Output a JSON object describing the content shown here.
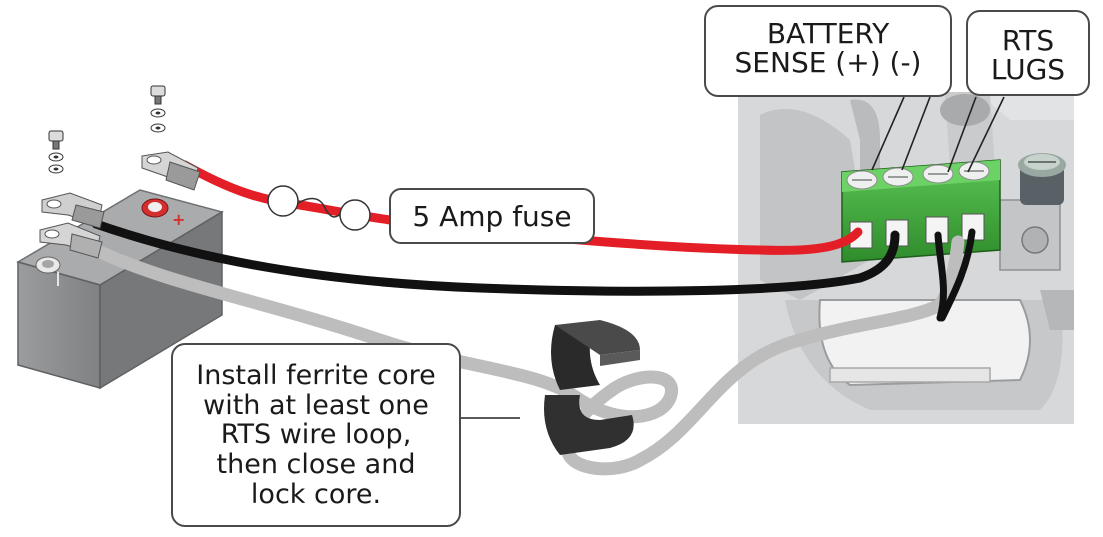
{
  "labels": {
    "battery_sense_line1": "BATTERY",
    "battery_sense_line2": "SENSE (+) (-)",
    "rts_line1": "RTS",
    "rts_line2": "LUGS",
    "fuse": "5 Amp fuse",
    "ferrite_line1": "Install ferrite core",
    "ferrite_line2": "with at least one",
    "ferrite_line3": "RTS wire loop,",
    "ferrite_line4": "then close and",
    "ferrite_line5": "lock core."
  },
  "colors": {
    "positive_wire": "#e41e26",
    "negative_wire": "#111111",
    "rts_wire": "#bdbdbd",
    "terminal_block": "#3aa335",
    "battery_body": "#8c8e90",
    "positive_marker": "#d32f2f"
  }
}
